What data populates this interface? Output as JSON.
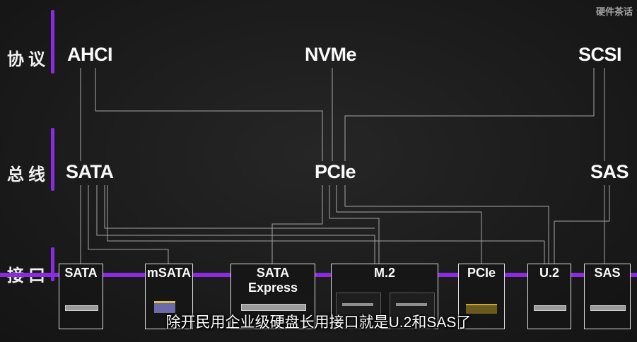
{
  "watermark": "硬件茶话",
  "rows": {
    "protocol": "协议",
    "bus": "总线",
    "interface": "接口"
  },
  "protocols": [
    "AHCI",
    "NVMe",
    "SCSI"
  ],
  "buses": [
    "SATA",
    "PCIe",
    "SAS"
  ],
  "interfaces": [
    "SATA",
    "mSATA",
    "SATA Express",
    "M.2",
    "PCIe",
    "U.2",
    "SAS"
  ],
  "subtitle": "除开民用企业级硬盘长用接口就是U.2和SAS了",
  "colors": {
    "accent": "#8a2be2",
    "background": "#1b1b1b",
    "line": "#bdbdbd",
    "text": "#f2f2f2"
  }
}
